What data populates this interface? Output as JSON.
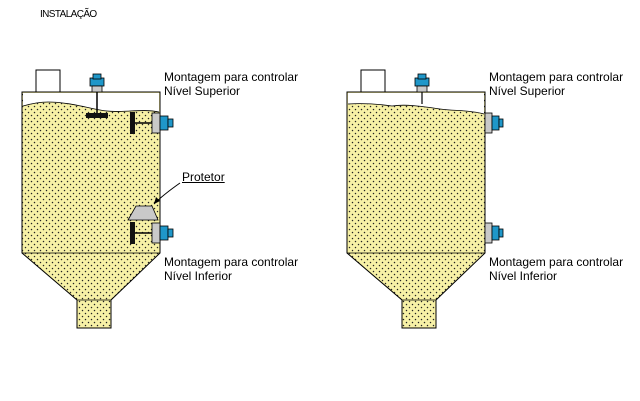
{
  "heading": "INSTALAÇÃO",
  "colors": {
    "fill": "#f7f1a6",
    "dots": "#222222",
    "outline": "#000000",
    "sensor_blue": "#1f97c9",
    "sensor_body": "#c9c9c9",
    "probe": "#111111"
  },
  "left_silo": {
    "top_label_line1": "Montagem para controlar",
    "top_label_line2": "Nível Superior",
    "protector_label": "Protetor",
    "bottom_label_line1": "Montagem para controlar",
    "bottom_label_line2": "Nível Inferior"
  },
  "right_silo": {
    "top_label_line1": "Montagem para controlar",
    "top_label_line2": "Nível Superior",
    "bottom_label_line1": "Montagem para controlar",
    "bottom_label_line2": "Nível Inferior"
  }
}
